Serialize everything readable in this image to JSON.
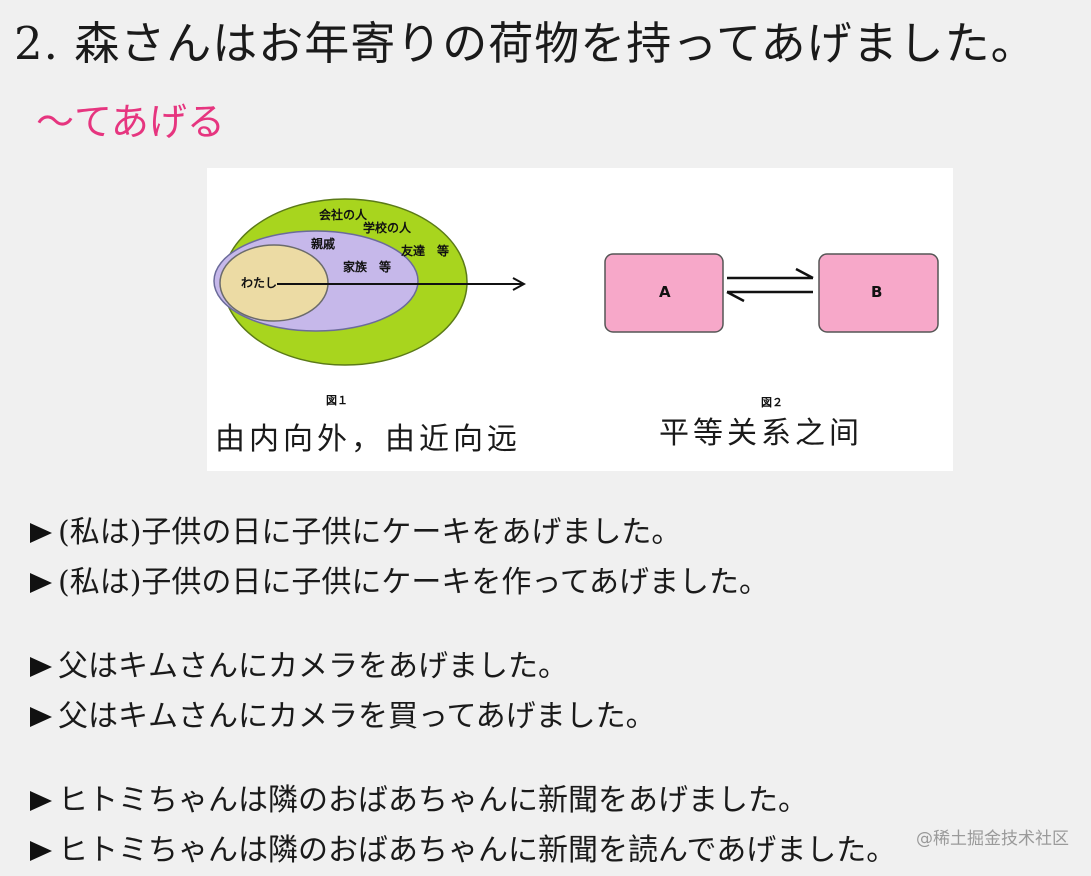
{
  "title": "2. 森さんはお年寄りの荷物を持ってあげました。",
  "subtitle": "～てあげる",
  "figure1": {
    "outer_labels": [
      "会社の人",
      "学校の人",
      "友達　等"
    ],
    "middle_labels": [
      "親戚",
      "家族　等"
    ],
    "inner_label": "わたし",
    "fig_label": "図１",
    "caption": "由内向外，由近向远"
  },
  "figure2": {
    "box_a": "A",
    "box_b": "B",
    "fig_label": "図２",
    "caption": "平等关系之间"
  },
  "examples": [
    [
      "(私は)子供の日に子供にケーキをあげました。",
      "(私は)子供の日に子供にケーキを作ってあげました。"
    ],
    [
      "父はキムさんにカメラをあげました。",
      "父はキムさんにカメラを買ってあげました。"
    ],
    [
      "ヒトミちゃんは隣のおばあちゃんに新聞をあげました。",
      "ヒトミちゃんは隣のおばあちゃんに新聞を読んであげました。"
    ]
  ],
  "watermark": "@稀土掘金技术社区",
  "colors": {
    "subtitle": "#e6357f",
    "outer_ellipse": "#a8d51e",
    "middle_ellipse": "#c6b8ea",
    "inner_ellipse": "#ecdba4",
    "box_fill": "#f7a8c9"
  }
}
